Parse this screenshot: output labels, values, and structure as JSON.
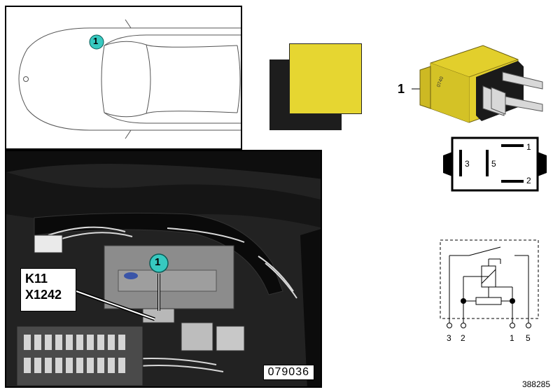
{
  "callout": {
    "number": "1"
  },
  "photo": {
    "labels": [
      "K11",
      "X1242"
    ],
    "code": "079036"
  },
  "colors": {
    "accent_callout": "#37c9c0",
    "relay_yellow": "#e6d631",
    "swatch_dark": "#1d1d1d"
  },
  "relay": {
    "part_label": "1",
    "pinout": [
      "1",
      "2",
      "3",
      "5"
    ]
  },
  "schematic": {
    "terminals": [
      "3",
      "2",
      "1",
      "5"
    ]
  },
  "catalog_number": "388285"
}
